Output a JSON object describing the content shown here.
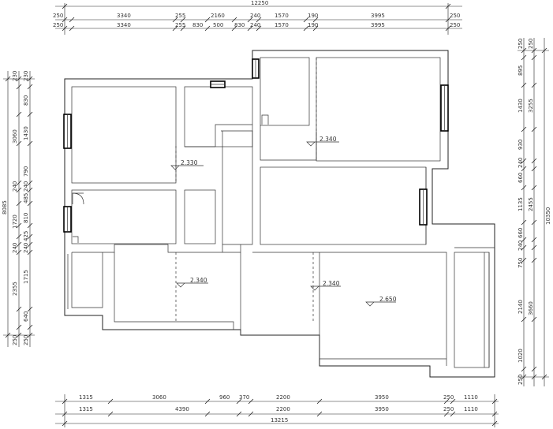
{
  "top_dims": {
    "overall": "12250",
    "row1": [
      "250",
      "3340",
      "255",
      "2160",
      "240",
      "1570",
      "190",
      "3995",
      "250"
    ],
    "row2": [
      "250",
      "3340",
      "255",
      "830",
      "500",
      "830",
      "240",
      "1570",
      "190",
      "3995",
      "250"
    ]
  },
  "bottom_dims": {
    "overall": "13215",
    "row1": [
      "1315",
      "3060",
      "960",
      "370",
      "2200",
      "3950",
      "250",
      "1110"
    ],
    "row2": [
      "1315",
      "4390",
      "2200",
      "3950",
      "250",
      "1110"
    ]
  },
  "left_dims": {
    "outer": "8085",
    "middle": [
      "230",
      "3060",
      "240",
      "1720",
      "240",
      "2355",
      "250"
    ],
    "inner": [
      "230",
      "830",
      "1430",
      "790",
      "240",
      "485",
      "810",
      "425",
      "240",
      "1715",
      "640",
      "250"
    ]
  },
  "right_dims": {
    "outer": "10350",
    "middle": [
      "250",
      "3255",
      "2455",
      "3660",
      "250"
    ],
    "inner": [
      "250",
      "895",
      "1430",
      "930",
      "240",
      "660",
      "1135",
      "660",
      "240",
      "750",
      "2140",
      "1020",
      "250"
    ]
  },
  "levels": [
    "2.330",
    "2.340",
    "2.340",
    "2.340",
    "2.650"
  ]
}
